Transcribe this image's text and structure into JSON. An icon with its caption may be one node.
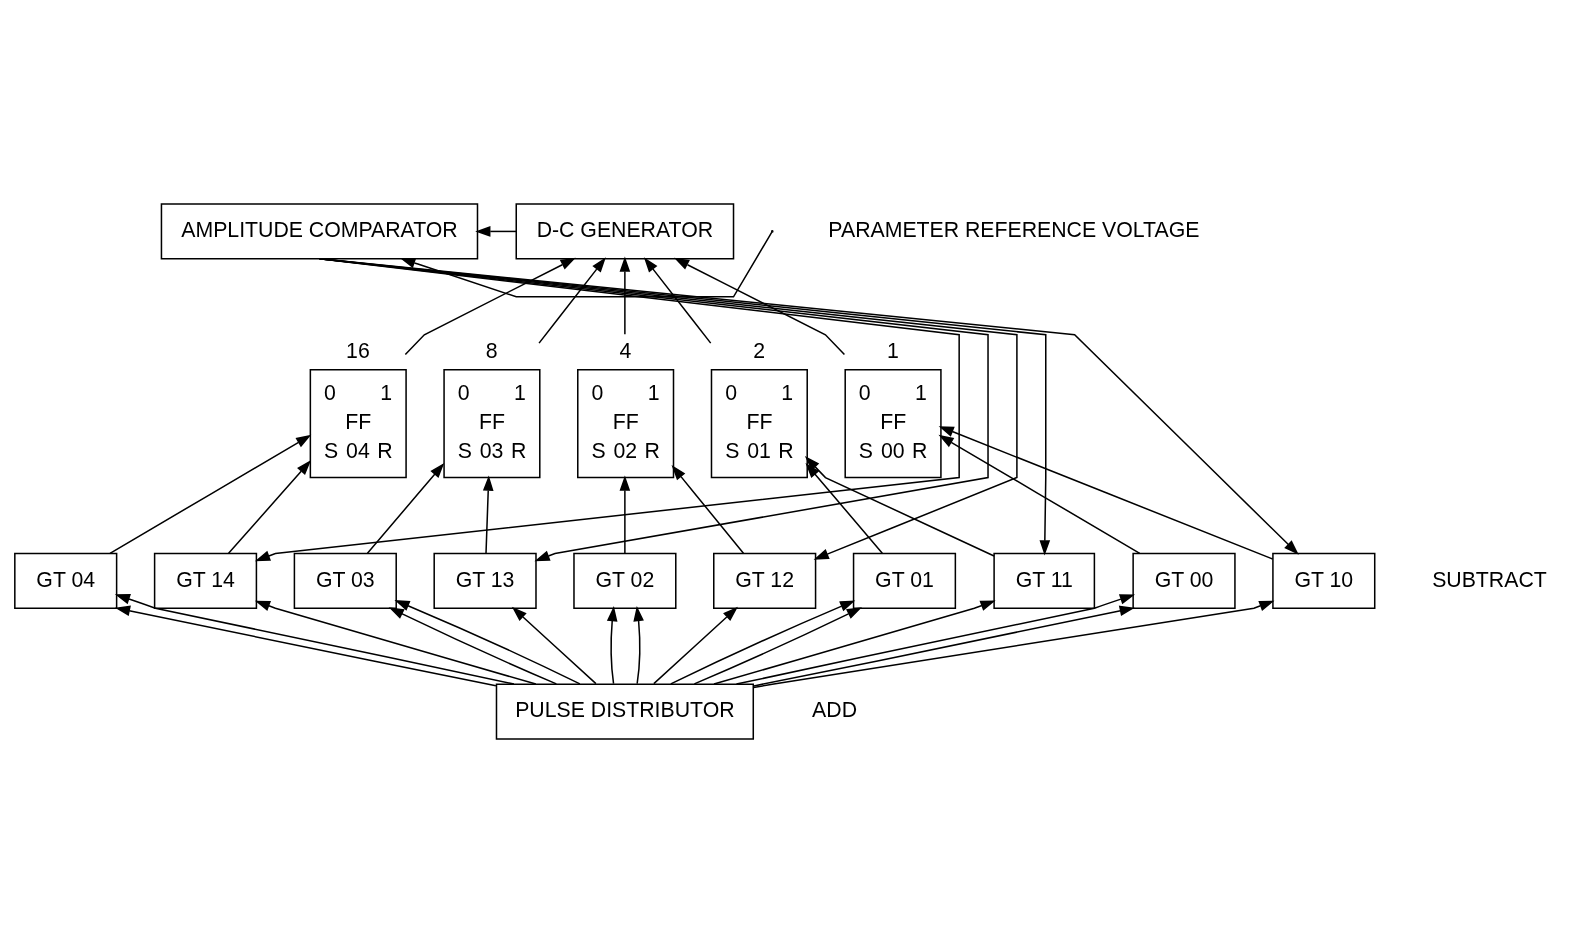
{
  "diagram": {
    "nodes": [
      {
        "text": [
          "AMPLITUDE COMPARATOR"
        ]
      },
      {
        "text": [
          "D-C GENERATOR"
        ]
      },
      {
        "text": [
          "0",
          "1",
          "FF",
          "S",
          "04",
          "R"
        ],
        "beside": [
          "16"
        ]
      },
      {
        "text": [
          "0",
          "1",
          "FF",
          "S",
          "03",
          "R"
        ],
        "beside": [
          "8"
        ]
      },
      {
        "text": [
          "0",
          "1",
          "FF",
          "S",
          "02",
          "R"
        ],
        "beside": [
          "4"
        ]
      },
      {
        "text": [
          "0",
          "1",
          "FF",
          "S",
          "01",
          "R"
        ],
        "beside": [
          "2"
        ]
      },
      {
        "text": [
          "0",
          "1",
          "FF",
          "S",
          "00",
          "R"
        ],
        "beside": [
          "1"
        ]
      },
      {
        "text": [
          "GT 04"
        ]
      },
      {
        "text": [
          "GT 14"
        ]
      },
      {
        "text": [
          "GT 03"
        ]
      },
      {
        "text": [
          "GT 13"
        ]
      },
      {
        "text": [
          "GT 02"
        ]
      },
      {
        "text": [
          "GT 12"
        ]
      },
      {
        "text": [
          "GT 01"
        ]
      },
      {
        "text": [
          "GT 11"
        ]
      },
      {
        "text": [
          "GT 00"
        ]
      },
      {
        "text": [
          "GT 10"
        ]
      },
      {
        "text": [
          "PULSE DISTRIBUTOR"
        ]
      }
    ],
    "edges": [
      {
        "from": null,
        "to": 0,
        "arrow": "to"
      },
      {
        "from": 1,
        "to": 0,
        "arrow": "to"
      },
      {
        "from": 0,
        "to": 8,
        "arrow": "to"
      },
      {
        "from": 0,
        "to": 10,
        "arrow": "to"
      },
      {
        "from": 0,
        "to": 12,
        "arrow": "to"
      },
      {
        "from": 0,
        "to": 14,
        "arrow": "to"
      },
      {
        "from": 0,
        "to": 16,
        "arrow": "to"
      },
      {
        "from": 2,
        "to": 1,
        "arrow": "to"
      },
      {
        "from": 3,
        "to": 1,
        "arrow": "to"
      },
      {
        "from": 4,
        "to": 1,
        "arrow": "to"
      },
      {
        "from": 5,
        "to": 1,
        "arrow": "to"
      },
      {
        "from": 6,
        "to": 1,
        "arrow": "to"
      },
      {
        "from": 7,
        "to": 2,
        "arrow": "to"
      },
      {
        "from": 8,
        "to": 2,
        "arrow": "to"
      },
      {
        "from": 9,
        "to": 3,
        "arrow": "to"
      },
      {
        "from": 10,
        "to": 3,
        "arrow": "to"
      },
      {
        "from": 11,
        "to": 4,
        "arrow": "to"
      },
      {
        "from": 12,
        "to": 4,
        "arrow": "to"
      },
      {
        "from": 13,
        "to": 5,
        "arrow": "to"
      },
      {
        "from": 14,
        "to": 5,
        "arrow": "to"
      },
      {
        "from": 15,
        "to": 6,
        "arrow": "to"
      },
      {
        "from": 16,
        "to": 6,
        "arrow": "to"
      },
      {
        "from": 17,
        "to": 7,
        "arrow": "to"
      },
      {
        "from": 17,
        "to": 8,
        "arrow": "to"
      },
      {
        "from": 17,
        "to": 9,
        "arrow": "to"
      },
      {
        "from": 17,
        "to": 10,
        "arrow": "to"
      },
      {
        "from": 17,
        "to": 11,
        "arrow": "to"
      },
      {
        "from": 17,
        "to": 12,
        "arrow": "to"
      },
      {
        "from": 17,
        "to": 13,
        "arrow": "to"
      },
      {
        "from": 17,
        "to": 14,
        "arrow": "to"
      },
      {
        "from": 17,
        "to": 15,
        "arrow": "to"
      },
      {
        "from": 17,
        "to": 16,
        "arrow": "to"
      },
      {
        "from": 17,
        "to": 7,
        "arrow": "to"
      },
      {
        "from": 17,
        "to": 9,
        "arrow": "to"
      },
      {
        "from": 17,
        "to": 11,
        "arrow": "to"
      },
      {
        "from": 17,
        "to": 13,
        "arrow": "to"
      },
      {
        "from": 17,
        "to": 15,
        "arrow": "to"
      }
    ],
    "labels": [
      "PARAMETER REFERENCE VOLTAGE",
      "SUBTRACT",
      "ADD"
    ]
  }
}
